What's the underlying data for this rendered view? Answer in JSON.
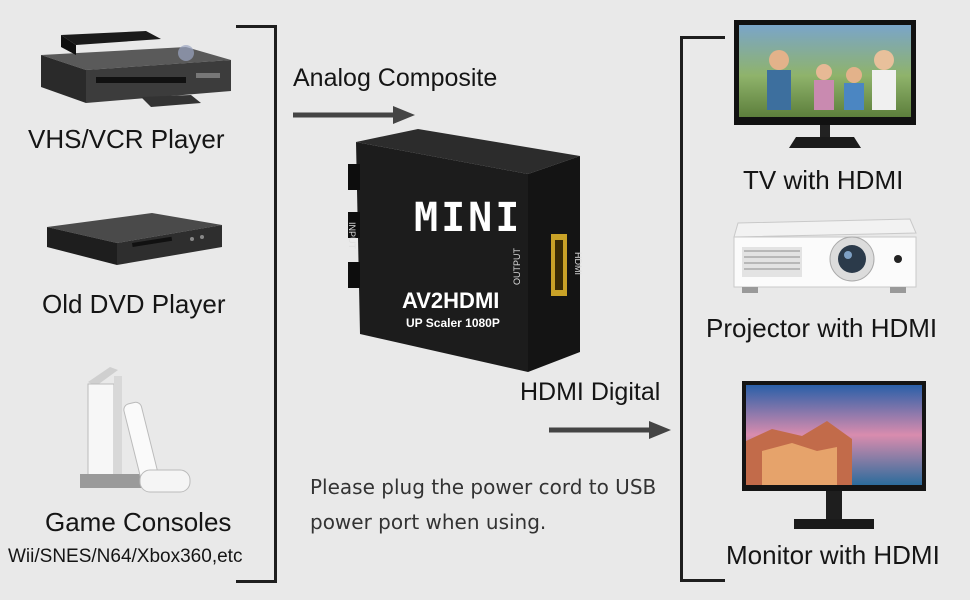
{
  "sources": {
    "vhs": "VHS/VCR Player",
    "dvd": "Old DVD Player",
    "game": "Game Consoles",
    "game_examples": "Wii/SNES/N64/Xbox360,etc"
  },
  "flow": {
    "input_signal": "Analog Composite",
    "output_signal": "HDMI Digital"
  },
  "device": {
    "brand": "MINI",
    "model": "AV2HDMI",
    "subtitle": "UP Scaler 1080P",
    "input_label": "INPUT",
    "output_label": "OUTPUT",
    "hdmi_label": "HDMI"
  },
  "note": {
    "line1": "Please plug the power cord to USB",
    "line2": "power port when using."
  },
  "displays": {
    "tv": "TV with HDMI",
    "projector": "Projector with HDMI",
    "monitor": "Monitor with HDMI"
  },
  "colors": {
    "background": "#e9e9e9",
    "device_body": "#1c1c1c",
    "hdmi_port": "#c9a227"
  }
}
